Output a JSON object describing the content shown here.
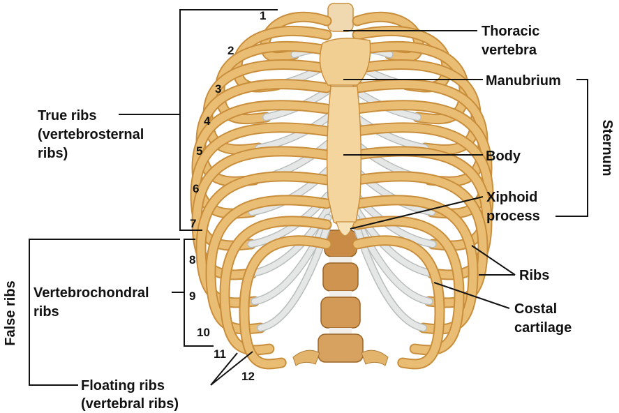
{
  "labels": {
    "thoracic_vertebra": [
      "Thoracic",
      "vertebra"
    ],
    "manubrium": "Manubrium",
    "sternum": "Sternum",
    "body": "Body",
    "xiphoid": [
      "Xiphoid",
      "process"
    ],
    "ribs": "Ribs",
    "costal": [
      "Costal",
      "cartilage"
    ],
    "true_ribs": [
      "True ribs",
      "(vertebrosternal",
      "ribs)"
    ],
    "false_ribs": "False ribs",
    "vertebrochondral": [
      "Vertebrochondral",
      "ribs"
    ],
    "floating": [
      "Floating ribs",
      "(vertebral ribs)"
    ]
  },
  "rib_numbers": [
    "1",
    "2",
    "3",
    "4",
    "5",
    "6",
    "7",
    "8",
    "9",
    "10",
    "11",
    "12"
  ],
  "colors": {
    "bone": "#e9bd74",
    "bone_dark": "#c98e3c",
    "cartilage": "#e4e7e6",
    "vertebra": "#d49a52",
    "line": "#111111"
  }
}
